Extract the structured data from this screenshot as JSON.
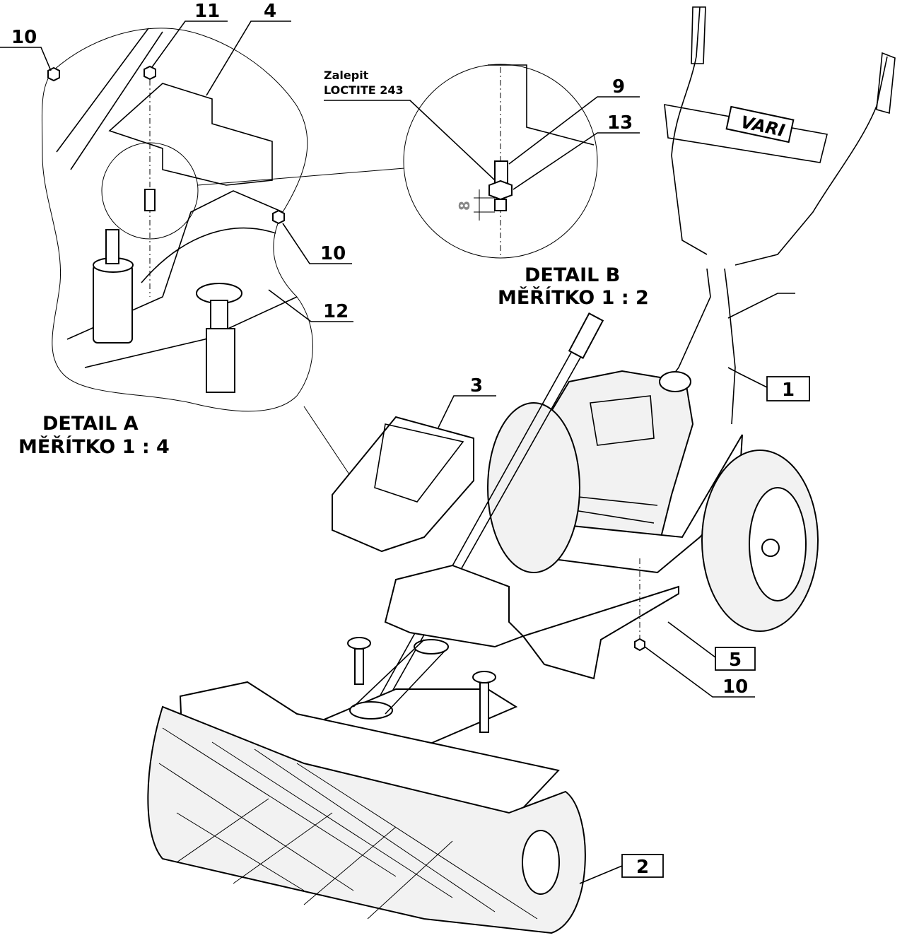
{
  "detail_a": {
    "title": "DETAIL A",
    "scale": "MĚŘÍTKO 1 : 4"
  },
  "detail_b": {
    "title": "DETAIL B",
    "scale": "MĚŘÍTKO 1 : 2",
    "note_line1": "Zalepit",
    "note_line2": "LOCTITE 243",
    "dimension": "8"
  },
  "brand": {
    "logo_text": "VARI"
  },
  "callouts": {
    "c10_topleft": "10",
    "c11": "11",
    "c4": "4",
    "c10_detail_a": "10",
    "c12": "12",
    "c9": "9",
    "c13": "13",
    "c1": "1",
    "c3": "3",
    "c5": "5",
    "c10_bottom": "10",
    "c2": "2"
  }
}
